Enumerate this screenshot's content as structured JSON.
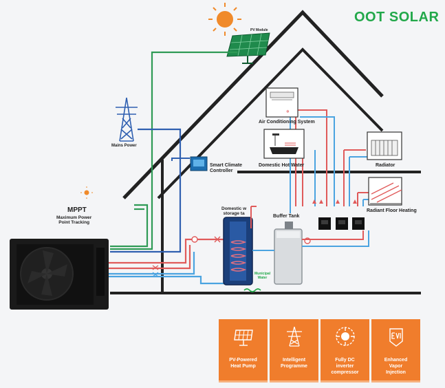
{
  "brand": "OOT SOLAR",
  "labels": {
    "pv_module": "PV Module",
    "air_conditioning": "Air Conditioning System",
    "mains_power": "Mains Power",
    "domestic_hot_water": "Domestic Hot Water",
    "radiator": "Radiator",
    "smart_climate": "Smart Climate\nController",
    "mppt_title": "MPPT",
    "mppt_sub": "Maximum Power\nPoint Tracking",
    "domestic_storage": "Domestic w\nstorage ta",
    "buffer_tank": "Buffer Tank",
    "radiant_floor": "Radiant Floor Heating",
    "municipal_water": "Municipal\nWater"
  },
  "features": [
    {
      "icon": "solar-panel-icon",
      "label": "PV-Powered\nHeat Pump"
    },
    {
      "icon": "power-tower-icon",
      "label": "Intelligent\nProgramme"
    },
    {
      "icon": "compressor-icon",
      "label": "Fully DC\ninverter\ncompressor"
    },
    {
      "icon": "evi-badge-icon",
      "label": "Enhanced\nVapor\nInjection"
    }
  ],
  "colors": {
    "brand_green": "#22a84a",
    "card_orange": "#f07d2c",
    "pipe_red": "#e05a5a",
    "pipe_blue": "#4aa3e0",
    "wire_green": "#2e9a55",
    "wire_blue": "#2f5fb0"
  }
}
